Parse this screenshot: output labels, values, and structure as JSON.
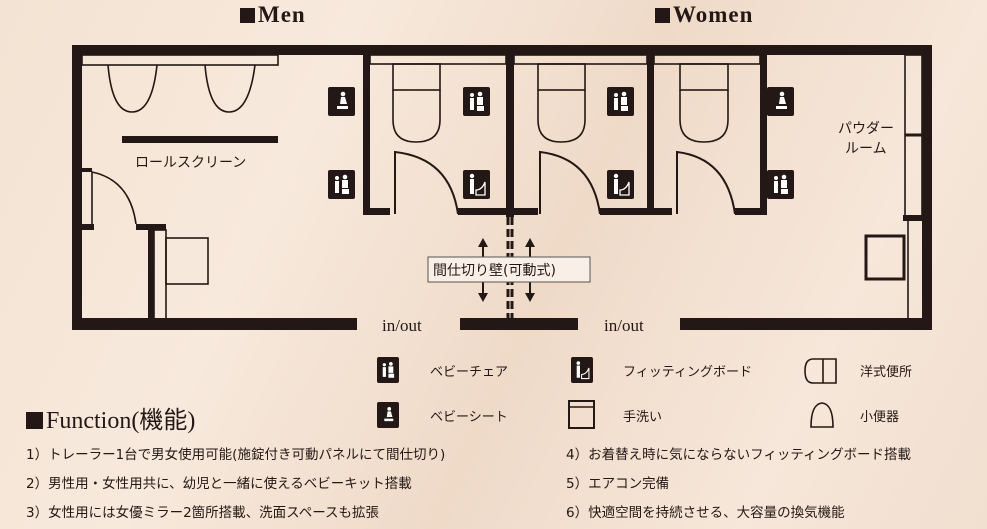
{
  "headers": {
    "men": "Men",
    "women": "Women"
  },
  "plan": {
    "roll_screen": "ロールスクリーン",
    "powder_room_line1": "パウダー",
    "powder_room_line2": "ルーム",
    "partition": "間仕切り壁(可動式)",
    "entrance_men": "in/out",
    "entrance_women": "in/out"
  },
  "legend": [
    {
      "icon": "baby-chair-icon",
      "label": "ベビーチェア"
    },
    {
      "icon": "fitting-board-icon",
      "label": "フィッティングボード"
    },
    {
      "icon": "western-toilet-icon",
      "label": "洋式便所"
    },
    {
      "icon": "baby-seat-icon",
      "label": "ベビーシート"
    },
    {
      "icon": "hand-wash-icon",
      "label": "手洗い"
    },
    {
      "icon": "urinal-icon",
      "label": "小便器"
    }
  ],
  "function": {
    "title": "Function(機能)",
    "items": [
      "1）トレーラー1台で男女使用可能(施錠付き可動パネルにて間仕切り)",
      "2）男性用・女性用共に、幼児と一緒に使えるベビーキット搭載",
      "3）女性用には女優ミラー2箇所搭載、洗面スペースも拡張",
      "4）お着替え時に気にならないフィッティングボード搭載",
      "5）エアコン完備",
      "6）快適空間を持続させる、大容量の換気機能"
    ]
  },
  "colors": {
    "ink": "#231815",
    "background": "#f3e3d3"
  }
}
